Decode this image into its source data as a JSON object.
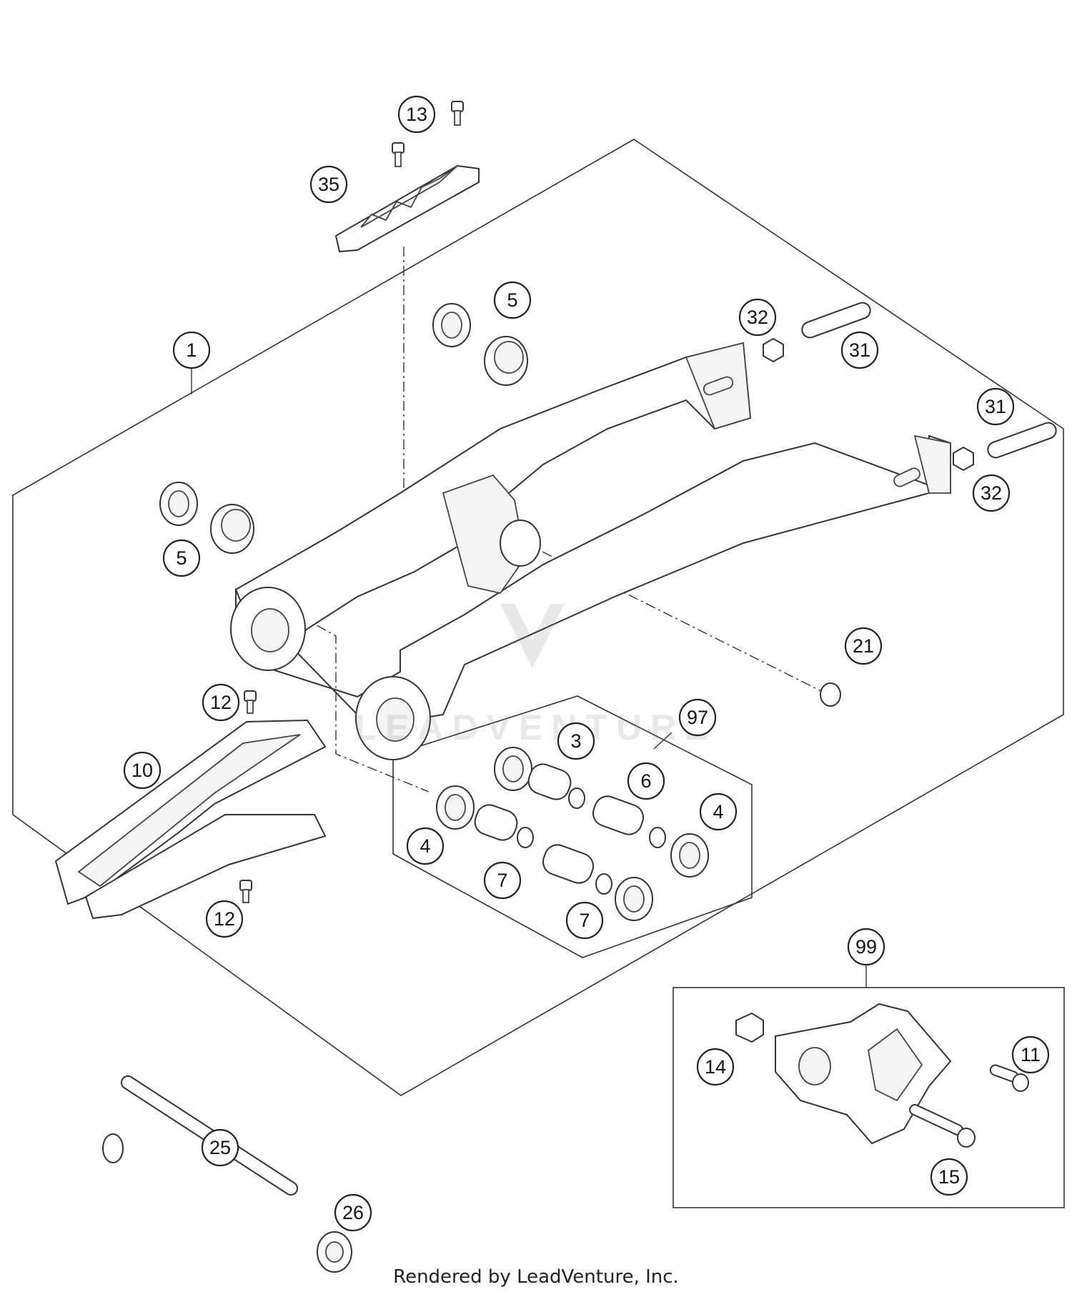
{
  "diagram": {
    "callouts": [
      "13",
      "35",
      "5",
      "1",
      "32",
      "31",
      "31",
      "32",
      "5",
      "21",
      "12",
      "97",
      "3",
      "6",
      "10",
      "4",
      "4",
      "7",
      "7",
      "12",
      "99",
      "14",
      "11",
      "15",
      "25",
      "26"
    ]
  },
  "watermark": "LEADVENTURE",
  "footer": {
    "text": "Rendered by LeadVenture, Inc."
  }
}
